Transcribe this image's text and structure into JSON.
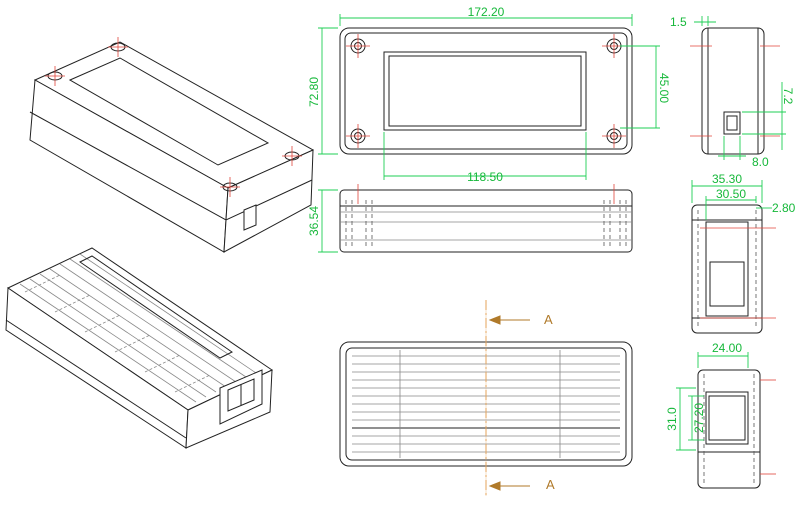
{
  "dimensions": {
    "top_view": {
      "overall_length": "172.20",
      "overall_width": "72.80",
      "hole_spacing_y": "45.00",
      "hole_spacing_x": "118.50"
    },
    "front_view": {
      "height": "36.54"
    },
    "right_side_view": {
      "wall": "1.5",
      "connector_height": "7.2",
      "connector_offset": "8.0"
    },
    "right_side_section": {
      "overall": "35.30",
      "inner": "30.50",
      "wall": "2.80"
    },
    "end_view": {
      "width": "24.00",
      "outer_height": "31.0",
      "inner_height": "27.20"
    }
  },
  "section_marks": {
    "top": "A",
    "bottom": "A"
  },
  "colors": {
    "dimension": "#16b83a",
    "center_line": "#e6a35a",
    "hidden_center": "#e0443a",
    "outline": "#222222",
    "section_label": "#b07a2a"
  }
}
